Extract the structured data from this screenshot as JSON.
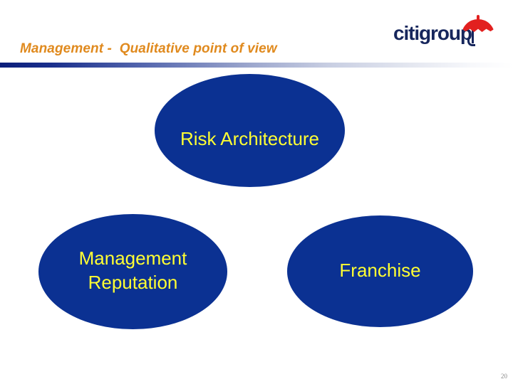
{
  "slide": {
    "title": "Management -  Qualitative point of view",
    "page_number": "20",
    "background_color": "#FFFFFF"
  },
  "logo": {
    "wordmark": "citigroup",
    "text_color": "#16265C",
    "umbrella_color": "#E2201F",
    "umbrella_icon": "umbrella-icon"
  },
  "theme": {
    "title_color": "#E08A1E",
    "rule_start_color": "#0B1E7A",
    "rule_end_color": "#FFFFFF",
    "node_fill": "#0B3192",
    "node_text_color": "#FFFF33"
  },
  "diagram": {
    "nodes": [
      {
        "id": "risk-architecture",
        "label": "Risk Architecture",
        "fill": "#0B3192",
        "text_color": "#FFFF33"
      },
      {
        "id": "management-reputation",
        "label": "Management\nReputation",
        "fill": "#0B3192",
        "text_color": "#FFFF33"
      },
      {
        "id": "franchise",
        "label": "Franchise",
        "fill": "#0B3192",
        "text_color": "#FFFF33"
      }
    ]
  }
}
